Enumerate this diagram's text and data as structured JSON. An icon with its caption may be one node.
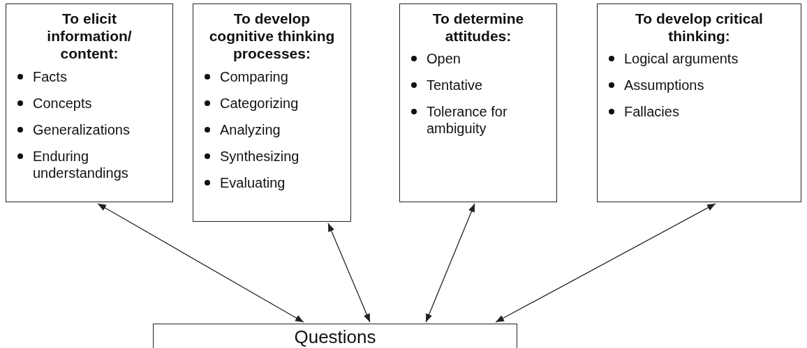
{
  "diagram": {
    "nodes": [
      {
        "text": [
          "To elicit information/ content:",
          "Facts",
          "Concepts",
          "Generalizations",
          "Enduring understandings"
        ]
      },
      {
        "text": [
          "To develop cognitive thinking processes:",
          "Comparing",
          "Categorizing",
          "Analyzing",
          "Synthesizing",
          "Evaluating"
        ]
      },
      {
        "text": [
          "To determine attitudes:",
          "Open",
          "Tentative",
          "Tolerance for ambiguity"
        ]
      },
      {
        "text": [
          "To develop critical thinking:",
          "Logical arguments",
          "Assumptions",
          "Fallacies"
        ]
      },
      {
        "text": [
          "Questions"
        ]
      }
    ],
    "edges": [
      {
        "from": 0,
        "to": 4,
        "arrow": "both"
      },
      {
        "from": 1,
        "to": 4,
        "arrow": "both"
      },
      {
        "from": 2,
        "to": 4,
        "arrow": "both"
      },
      {
        "from": 3,
        "to": 4,
        "arrow": "both"
      }
    ]
  }
}
